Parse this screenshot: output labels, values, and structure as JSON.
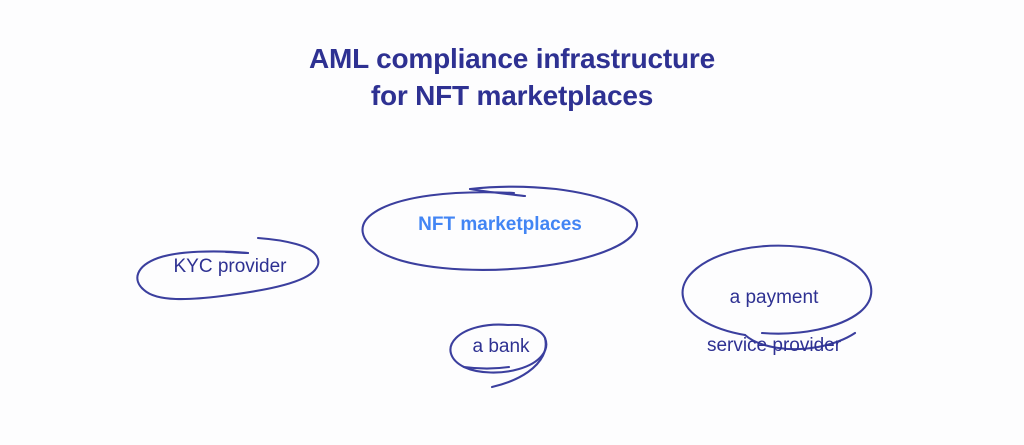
{
  "page": {
    "background_color": "#fdfdfe",
    "title_color": "#2e3192",
    "accent_color": "#4285f4",
    "stroke_color": "#3b3f9e"
  },
  "heading": {
    "line1": "AML compliance infrastructure",
    "line2": "for NFT marketplaces",
    "full": "AML compliance infrastructure for NFT marketplaces"
  },
  "diagram": {
    "type": "concept-bubbles",
    "shape_style": "hand-drawn ellipse outline",
    "nodes": [
      {
        "id": "kyc-provider",
        "label": "KYC provider",
        "emphasis": "normal",
        "text_color": "#2e3192"
      },
      {
        "id": "nft-marketplaces",
        "label": "NFT marketplaces",
        "emphasis": "bold",
        "text_color": "#4285f4"
      },
      {
        "id": "a-bank",
        "label": "a bank",
        "emphasis": "normal",
        "text_color": "#2e3192"
      },
      {
        "id": "payment-service-provider",
        "label": "a payment\nservice provider",
        "line1": "a payment",
        "line2": "service provider",
        "emphasis": "normal",
        "text_color": "#2e3192"
      }
    ]
  }
}
